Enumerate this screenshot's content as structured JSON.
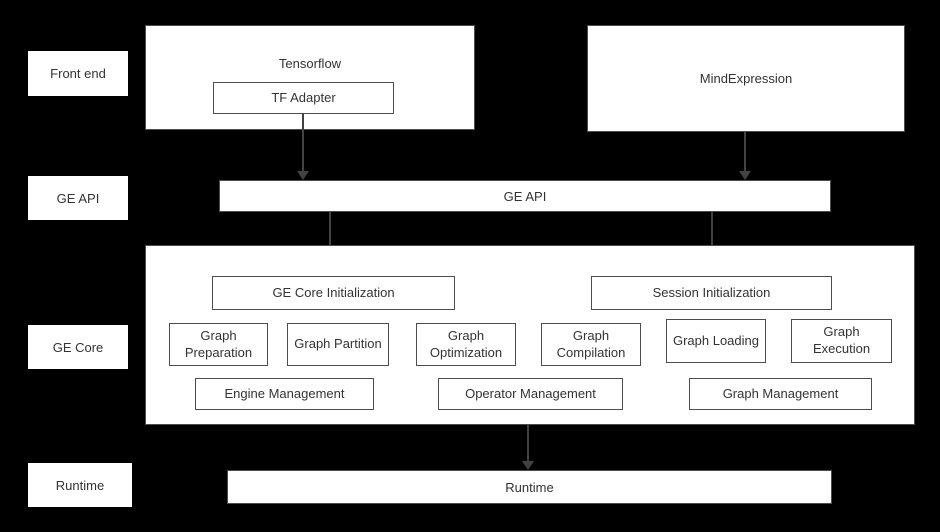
{
  "colors": {
    "background": "#000000",
    "box_background": "#ffffff",
    "box_border": "#4d4d4d",
    "text": "#333333",
    "arrow": "#424242"
  },
  "side_labels": {
    "front_end": "Front end",
    "ge_api": "GE API",
    "ge_core": "GE Core",
    "runtime": "Runtime"
  },
  "front_end": {
    "tensorflow_title": "Tensorflow",
    "tf_adapter_label": "TF Adapter",
    "mindexpression_title": "MindExpression"
  },
  "ge_api": {
    "label": "GE API"
  },
  "ge_core": {
    "core_initialization": "GE Core Initialization",
    "session_initialization": "Session Initialization",
    "stages": [
      "Graph Preparation",
      "Graph Partition",
      "Graph Optimization",
      "Graph Compilation",
      "Graph Loading",
      "Graph Execution"
    ],
    "management": [
      "Engine Management",
      "Operator Management",
      "Graph Management"
    ]
  },
  "runtime": {
    "label": "Runtime"
  }
}
